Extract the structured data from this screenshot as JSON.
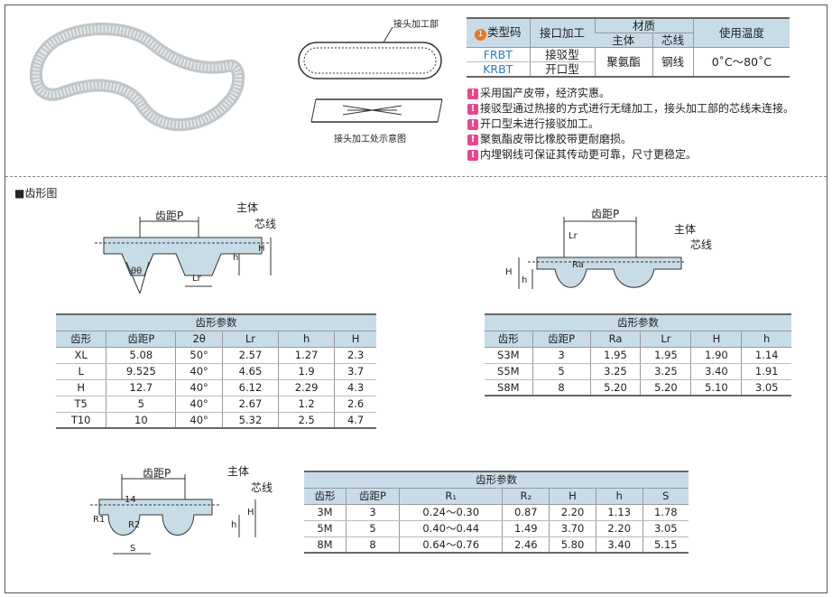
{
  "top": {
    "joint_label": "接头加工部",
    "joint_caption": "接头加工处示意图",
    "table": {
      "badge": "1",
      "h_type": "类型码",
      "h_joint": "接口加工",
      "h_material": "材质",
      "h_body": "主体",
      "h_core": "芯线",
      "h_temp": "使用温度",
      "rows": [
        {
          "code": "FRBT",
          "joint": "接驳型"
        },
        {
          "code": "KRBT",
          "joint": "开口型"
        }
      ],
      "body": "聚氨酯",
      "core": "钢线",
      "temp": "0˚C～80˚C"
    },
    "notes": [
      "采用国产皮带，经济实惠。",
      "接驳型通过热接的方式进行无缝加工，接头加工部的芯线未连接。",
      "开口型未进行接驳加工。",
      "聚氨酯皮带比橡胶带更耐磨损。",
      "内埋钢线可保证其传动更可靠，尺寸更稳定。"
    ]
  },
  "section_title": "■齿形图",
  "diagram1": {
    "pitch": "齿距P",
    "body": "主体",
    "core": "芯线",
    "h": "h",
    "H": "H",
    "lr": "Lr",
    "theta": "θθ"
  },
  "diagram2": {
    "pitch": "齿距P",
    "body": "主体",
    "core": "芯线",
    "h": "h",
    "H": "H",
    "lr": "Lr",
    "ra": "Ra"
  },
  "diagram3": {
    "pitch": "齿距P",
    "body": "主体",
    "core": "芯线",
    "h": "h",
    "H": "H",
    "r1": "R1",
    "r2": "R2",
    "s": "S",
    "n14": "14"
  },
  "table1": {
    "title": "齿形参数",
    "headers": [
      "齿形",
      "齿距P",
      "2θ",
      "Lr",
      "h",
      "H"
    ],
    "rows": [
      [
        "XL",
        "5.08",
        "50°",
        "2.57",
        "1.27",
        "2.3"
      ],
      [
        "L",
        "9.525",
        "40°",
        "4.65",
        "1.9",
        "3.7"
      ],
      [
        "H",
        "12.7",
        "40°",
        "6.12",
        "2.29",
        "4.3"
      ],
      [
        "T5",
        "5",
        "40°",
        "2.67",
        "1.2",
        "2.6"
      ],
      [
        "T10",
        "10",
        "40°",
        "5.32",
        "2.5",
        "4.7"
      ]
    ]
  },
  "table2": {
    "title": "齿形参数",
    "headers": [
      "齿形",
      "齿距P",
      "Ra",
      "Lr",
      "H",
      "h"
    ],
    "rows": [
      [
        "S3M",
        "3",
        "1.95",
        "1.95",
        "1.90",
        "1.14"
      ],
      [
        "S5M",
        "5",
        "3.25",
        "3.25",
        "3.40",
        "1.91"
      ],
      [
        "S8M",
        "8",
        "5.20",
        "5.20",
        "5.10",
        "3.05"
      ]
    ]
  },
  "table3": {
    "title": "齿形参数",
    "headers": [
      "齿形",
      "齿距P",
      "R₁",
      "R₂",
      "H",
      "h",
      "S"
    ],
    "rows": [
      [
        "3M",
        "3",
        "0.24～0.30",
        "0.87",
        "2.20",
        "1.13",
        "1.78"
      ],
      [
        "5M",
        "5",
        "0.40～0.44",
        "1.49",
        "3.70",
        "2.20",
        "3.05"
      ],
      [
        "8M",
        "8",
        "0.64～0.76",
        "2.46",
        "5.80",
        "3.40",
        "5.15"
      ]
    ]
  }
}
